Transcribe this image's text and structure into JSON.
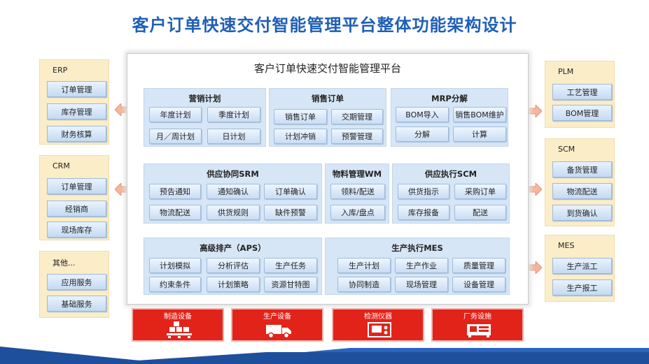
{
  "page_title": "客户订单快速交付智能管理平台整体功能架构设计",
  "platform_title": "客户订单快速交付智能管理平台",
  "left_groups": [
    {
      "title": "ERP",
      "items": [
        "订单管理",
        "库存管理",
        "财务核算"
      ]
    },
    {
      "title": "CRM",
      "items": [
        "订单管理",
        "经销商",
        "现场库存"
      ]
    },
    {
      "title": "其他...",
      "items": [
        "应用服务",
        "基础服务"
      ]
    }
  ],
  "right_groups": [
    {
      "title": "PLM",
      "items": [
        "工艺管理",
        "BOM管理"
      ]
    },
    {
      "title": "SCM",
      "items": [
        "备货管理",
        "物流配送",
        "到货确认"
      ]
    },
    {
      "title": "MES",
      "items": [
        "生产派工",
        "生产报工"
      ]
    }
  ],
  "modules": {
    "marketing": {
      "title": "营销计划",
      "items": [
        "年度计划",
        "季度计划",
        "月／周计划",
        "日计划"
      ]
    },
    "sales": {
      "title": "销售订单",
      "items": [
        "销售订单",
        "交期管理",
        "计划冲销",
        "预警管理"
      ]
    },
    "mrp": {
      "title": "MRP分解",
      "items": [
        "BOM导入",
        "销售BOM维护",
        "分解",
        "计算"
      ]
    },
    "srm": {
      "title": "供应协同SRM",
      "items": [
        "预告通知",
        "通知确认",
        "订单确认",
        "物流配送",
        "供货规则",
        "缺件预警"
      ]
    },
    "wm": {
      "title": "物料管理WM",
      "items": [
        "领料/配送",
        "入库/盘点"
      ]
    },
    "scm": {
      "title": "供应执行SCM",
      "items": [
        "供货指示",
        "采购订单",
        "库存报备",
        "配送"
      ]
    },
    "aps": {
      "title": "高级排产（APS）",
      "items": [
        "计划模拟",
        "分析评估",
        "生产任务",
        "约束条件",
        "计划策略",
        "资源甘特图"
      ]
    },
    "mes": {
      "title": "生产执行MES",
      "items": [
        "生产计划",
        "生产作业",
        "质量管理",
        "协同制造",
        "现场管理",
        "设备管理"
      ]
    }
  },
  "devices": [
    "制造设备",
    "生产设备",
    "检测仪器",
    "厂务设施"
  ],
  "colors": {
    "title_blue": "#1f5fb5",
    "panel_blue": "#d6e6f6",
    "side_yellow": "#fbedc8",
    "arrow_salmon": "#f3b79a",
    "device_red": "#e2231a",
    "bar_blue": "#1e4f9c"
  },
  "icons": [
    "double-arrow-icon",
    "pallet-goods-icon",
    "truck-icon",
    "instrument-icon",
    "facility-machine-icon"
  ]
}
